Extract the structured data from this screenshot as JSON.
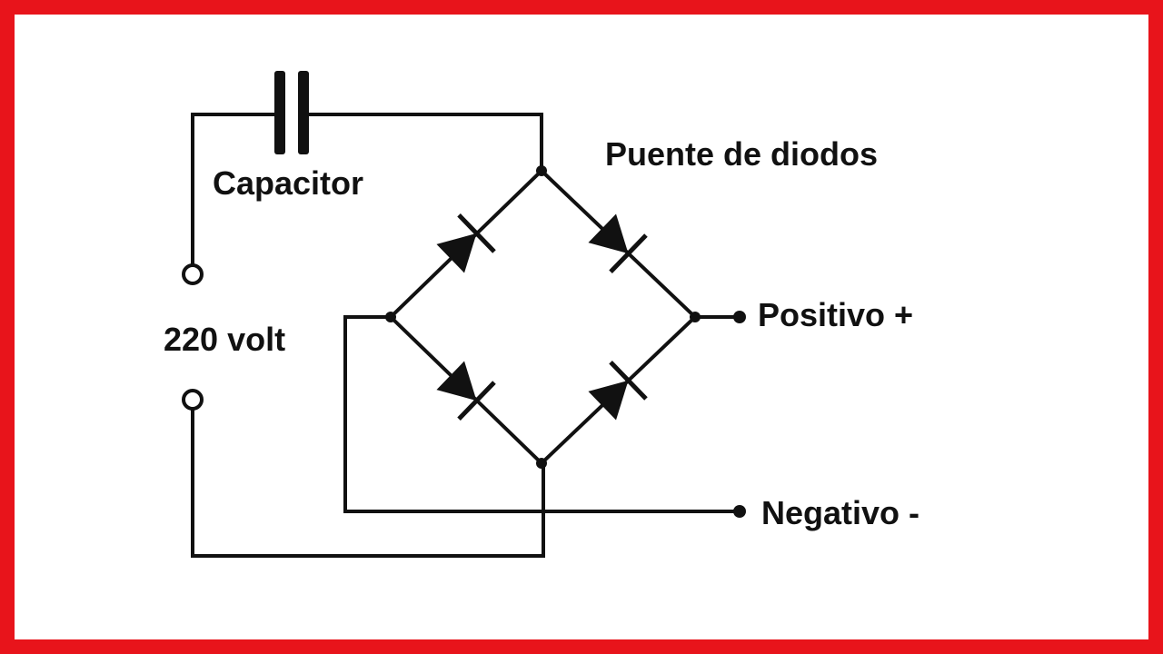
{
  "labels": {
    "capacitor": "Capacitor",
    "bridge": "Puente de diodos",
    "supply": "220 volt",
    "positive": "Positivo +",
    "negative": "Negativo -"
  },
  "colors": {
    "frame": "#e8141b",
    "ink": "#111111",
    "background": "#ffffff"
  }
}
